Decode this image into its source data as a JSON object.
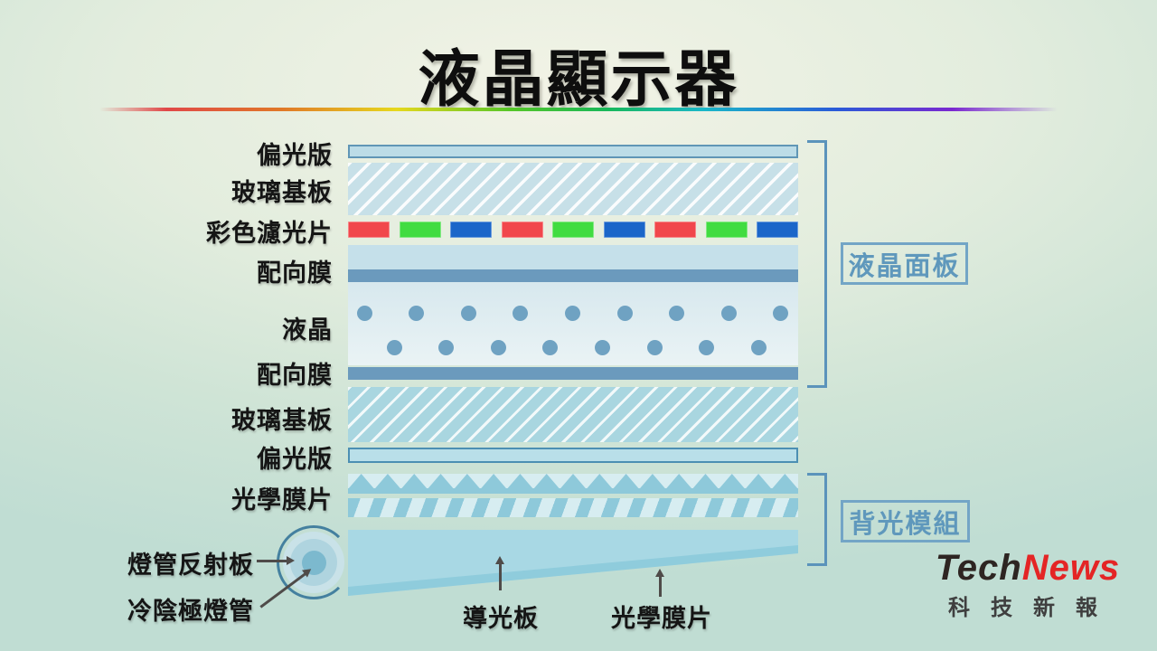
{
  "title": "液晶顯示器",
  "layer_labels": [
    {
      "id": "polarizer-top",
      "text": "偏光版"
    },
    {
      "id": "glass-top",
      "text": "玻璃基板"
    },
    {
      "id": "color-filter",
      "text": "彩色濾光片"
    },
    {
      "id": "alignment-top",
      "text": "配向膜"
    },
    {
      "id": "liquid-crystal",
      "text": "液晶"
    },
    {
      "id": "alignment-bottom",
      "text": "配向膜"
    },
    {
      "id": "glass-bottom",
      "text": "玻璃基板"
    },
    {
      "id": "polarizer-bottom",
      "text": "偏光版"
    },
    {
      "id": "optical-film",
      "text": "光學膜片"
    },
    {
      "id": "lamp-reflector",
      "text": "燈管反射板"
    },
    {
      "id": "ccfl",
      "text": "冷陰極燈管"
    }
  ],
  "bottom_labels": {
    "light_guide": "導光板",
    "optical_film": "光學膜片"
  },
  "group_labels": {
    "lcd_panel": "液晶面板",
    "backlight": "背光模組"
  },
  "logo": {
    "tech": "Tech",
    "news": "News",
    "subtitle": "科技新報"
  },
  "diagram": {
    "color_filter_pattern": [
      "red",
      "green",
      "blue",
      "red",
      "green",
      "blue",
      "red",
      "green",
      "blue"
    ],
    "filter_colors": {
      "red": "#f1474c",
      "green": "#41dc41",
      "blue": "#1b66c9"
    },
    "liquid_crystal_dots": {
      "row1_count": 9,
      "row2_count": 8,
      "dot_color": "#6fa2c2"
    },
    "prism_triangle_count": 17,
    "accent_colors": {
      "layer_blue": "#6b9abd",
      "film_teal": "#8ec9da",
      "bracket_blue": "#5b93bb",
      "box_text_blue": "#5f98bc",
      "title_black": "#0e0e0e",
      "logo_red": "#e42525"
    }
  }
}
